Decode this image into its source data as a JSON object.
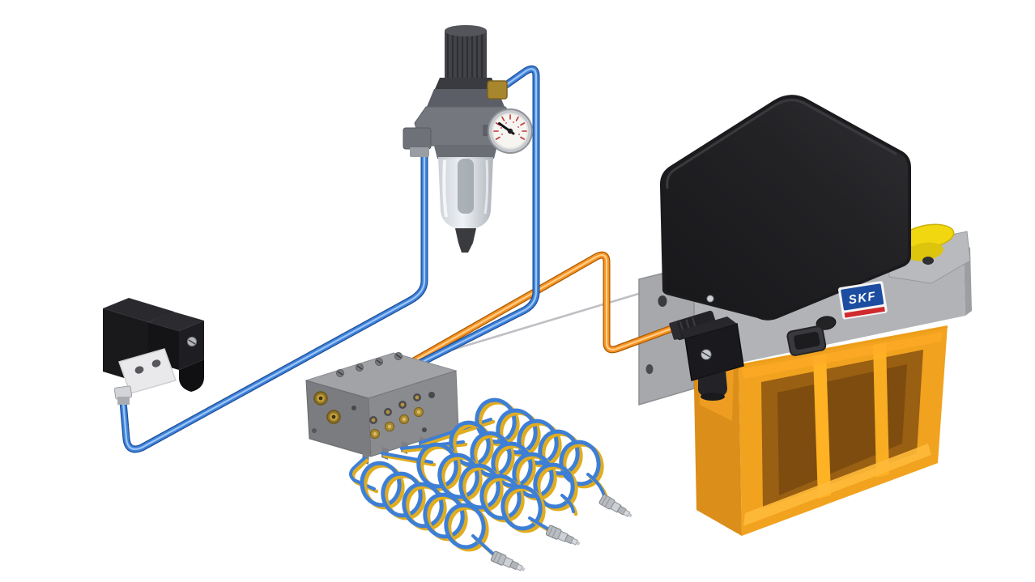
{
  "scene": {
    "background": "#ffffff",
    "description": "3D illustration of an SKF oil+air lubrication system hookup"
  },
  "logo": {
    "text": "SKF",
    "badge_color": "#1c4da0",
    "text_color": "#ffffff",
    "stripe_color": "#cf2b2e"
  },
  "colors": {
    "air_tube": "#3d82dd",
    "air_tube_dark": "#1f4f94",
    "air_tube_light": "#9fc6f2",
    "oil_tube": "#f79122",
    "oil_tube_dark": "#a85c04",
    "oil_tube_light": "#ffd089",
    "coil_yellow": "#e0ad20",
    "coil_blue": "#3e7fd6",
    "reservoir_orange": "#f09d12",
    "reservoir_window": "#8a5310",
    "cover_black": "#202023",
    "manifold_gray": "#8a8b8f",
    "manifold_top": "#a2a3a7",
    "brass": "#ab8a31",
    "cable_gray": "#bfc0c4",
    "yellow_cap": "#f0d70f",
    "gauge_face": "#f7f5f1",
    "bracket_gray": "#a7a8ac"
  },
  "components": [
    {
      "id": "pump-unit",
      "label": "lubrication pump unit with orange oil reservoir and black cover"
    },
    {
      "id": "skf-logo",
      "label": "SKF badge on pump housing"
    },
    {
      "id": "reservoir-filler-cap",
      "label": "yellow filler cap"
    },
    {
      "id": "air-filter-regulator",
      "label": "air filter-regulator with knurled knob, pressure gauge and clear bowl"
    },
    {
      "id": "pressure-gauge",
      "label": "round pressure gauge with red scale"
    },
    {
      "id": "pressure-switch",
      "label": "black pressure switch / solenoid valve with DIN connector"
    },
    {
      "id": "mixing-valve-manifold",
      "label": "gray oil+air mixing valve block with brass fittings"
    },
    {
      "id": "coiled-lines",
      "label": "four coiled blue/yellow oil+air feed lines"
    },
    {
      "id": "nozzle-fittings",
      "label": "three stainless outlet nozzle fittings"
    },
    {
      "id": "air-tubing",
      "label": "blue air tubing"
    },
    {
      "id": "oil-tubing",
      "label": "orange oil tubing"
    },
    {
      "id": "electrical-cable",
      "label": "thin gray electrical cable"
    }
  ],
  "counts": {
    "coiled_lines": 4,
    "visible_nozzle_fittings": 3,
    "manifold_front_ports": 8
  }
}
